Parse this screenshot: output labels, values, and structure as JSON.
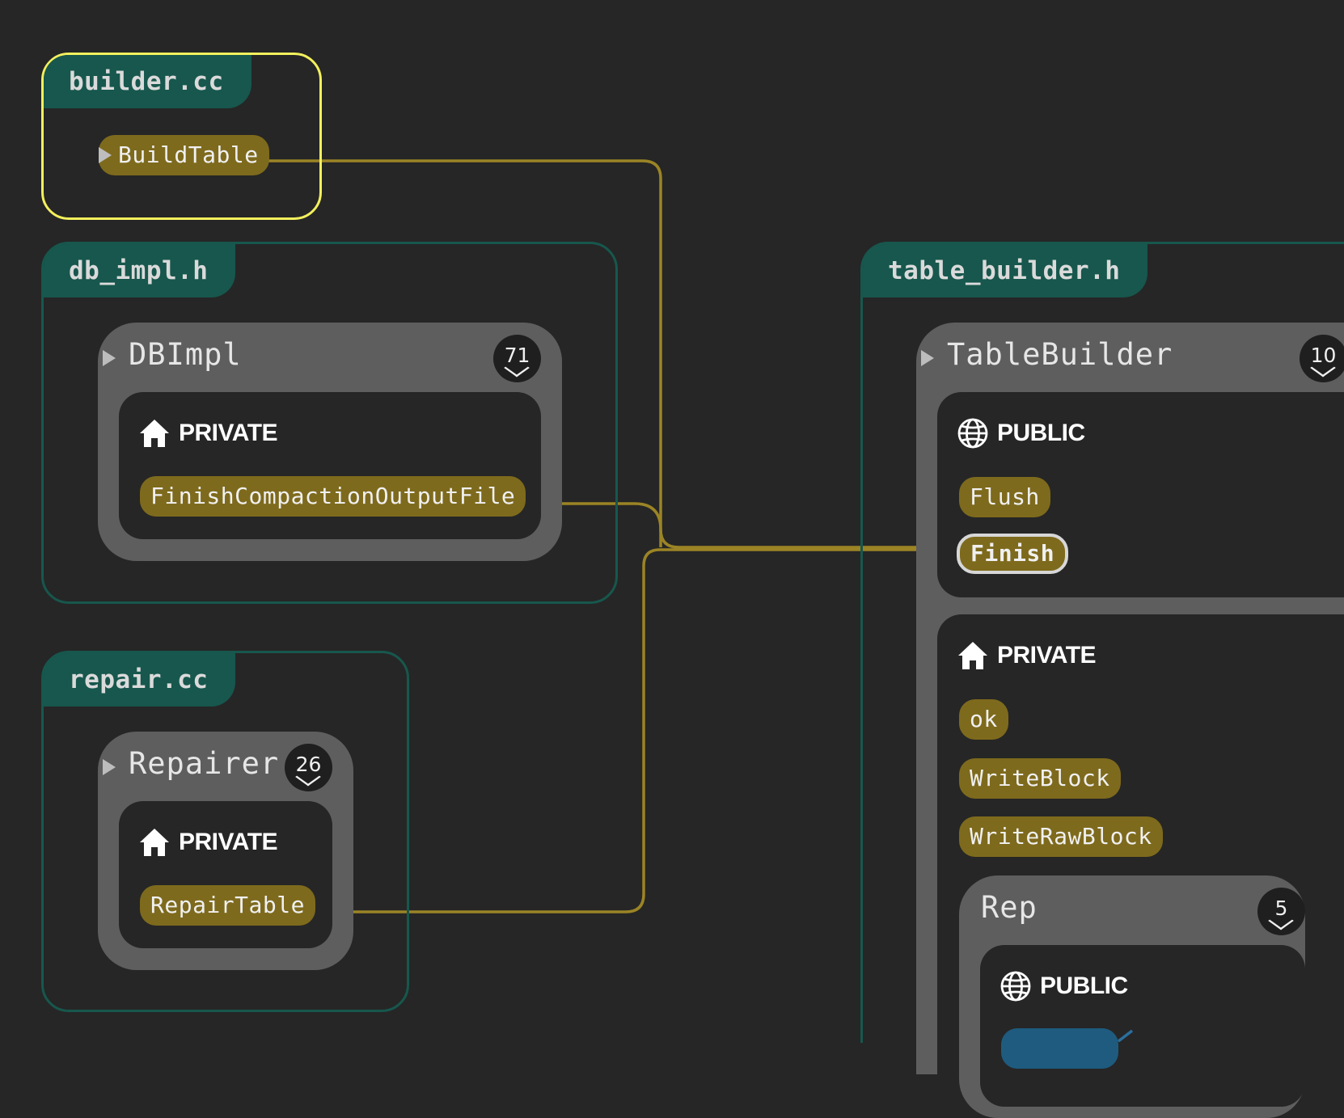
{
  "colors": {
    "background": "#262626",
    "file_border": "#17574d",
    "selected_border": "#f3f05d",
    "class_bg": "#5e5e5e",
    "member_bg": "#7e6a1d",
    "wire": "#9b8425",
    "wire_blue": "#2a6f9e"
  },
  "files": {
    "builder": {
      "name": "builder.cc",
      "functions": [
        {
          "name": "BuildTable"
        }
      ]
    },
    "db_impl": {
      "name": "db_impl.h",
      "class": {
        "name": "DBImpl",
        "count": "71",
        "private": {
          "label": "PRIVATE",
          "icon": "home-icon",
          "members": [
            {
              "name": "FinishCompactionOutputFile"
            }
          ]
        }
      }
    },
    "repair": {
      "name": "repair.cc",
      "class": {
        "name": "Repairer",
        "count": "26",
        "private": {
          "label": "PRIVATE",
          "icon": "home-icon",
          "members": [
            {
              "name": "RepairTable"
            }
          ]
        }
      }
    },
    "table_builder": {
      "name": "table_builder.h",
      "class": {
        "name": "TableBuilder",
        "count": "10",
        "public": {
          "label": "PUBLIC",
          "icon": "globe-icon",
          "members": [
            {
              "name": "Flush"
            },
            {
              "name": "Finish"
            }
          ]
        },
        "private": {
          "label": "PRIVATE",
          "icon": "home-icon",
          "members": [
            {
              "name": "ok"
            },
            {
              "name": "WriteBlock"
            },
            {
              "name": "WriteRawBlock"
            }
          ]
        },
        "nested": {
          "name": "Rep",
          "count": "5",
          "public": {
            "label": "PUBLIC",
            "icon": "globe-icon"
          }
        }
      }
    }
  }
}
